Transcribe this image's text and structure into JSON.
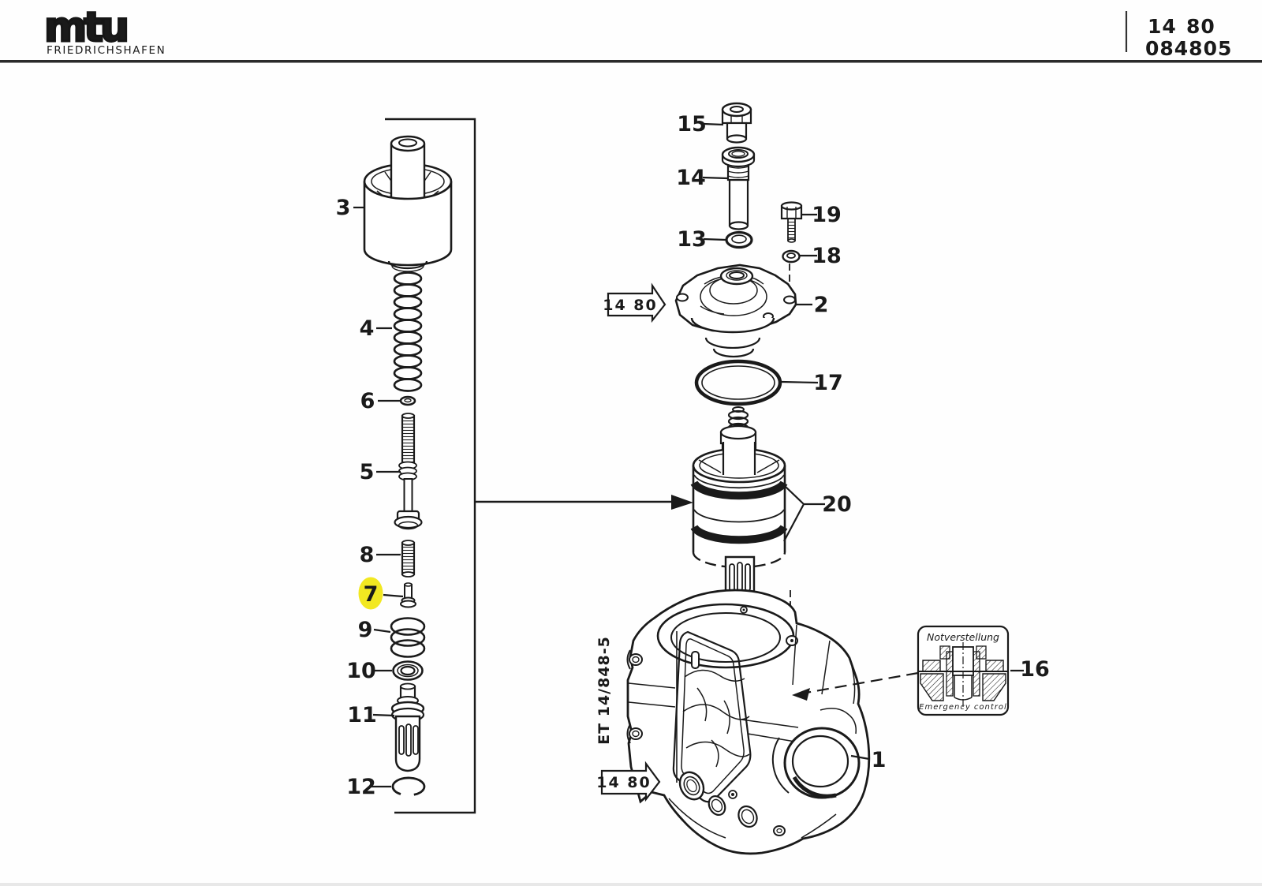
{
  "page": {
    "background": "#fefefe",
    "ink": "#1a1a1a"
  },
  "header": {
    "brand": "mtu",
    "brand_subtitle": "FRIEDRICHSHAFEN",
    "group_code": "14",
    "subgroup_code": "80",
    "document_number": "084805"
  },
  "diagram": {
    "drawing_reference": "ET 14/848-5",
    "reference_flags": {
      "upper": "14 80",
      "lower": "14 80"
    },
    "emergency_control_box": {
      "title_de": "Notverstellung",
      "title_en": "Emergency control",
      "callout": "16"
    },
    "highlight": {
      "callout": "7",
      "color": "#f2e821"
    },
    "callouts": {
      "p1": "1",
      "p2": "2",
      "p3": "3",
      "p4": "4",
      "p5": "5",
      "p6": "6",
      "p7": "7",
      "p8": "8",
      "p9": "9",
      "p10": "10",
      "p11": "11",
      "p12": "12",
      "p13": "13",
      "p14": "14",
      "p15": "15",
      "p16": "16",
      "p17": "17",
      "p18": "18",
      "p19": "19",
      "p20": "20"
    }
  }
}
